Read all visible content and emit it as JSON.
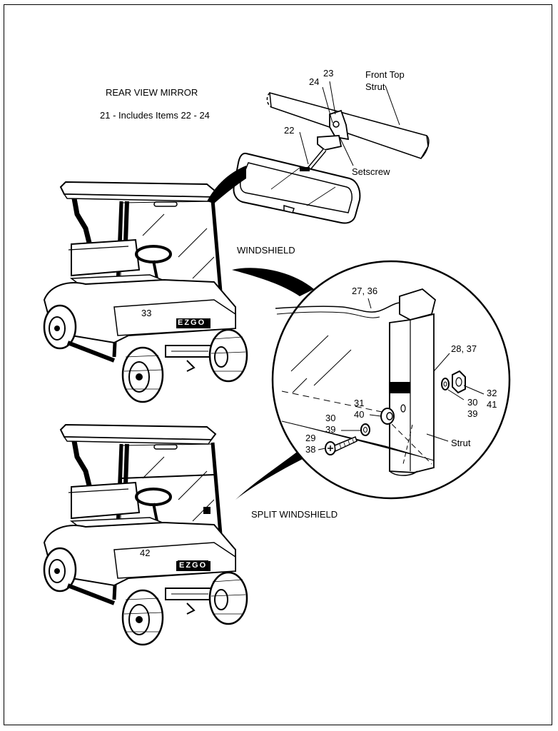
{
  "headings": {
    "rear_view_mirror": "REAR VIEW MIRROR",
    "includes_note": "21 - Includes Items 22 - 24",
    "windshield": "WINDSHIELD",
    "split_windshield": "SPLIT WINDSHIELD"
  },
  "labels": {
    "front_top_strut": "Front Top\nStrut",
    "setscrew": "Setscrew",
    "strut": "Strut"
  },
  "callouts": {
    "c23": "23",
    "c24": "24",
    "c22": "22",
    "c33": "33",
    "c42": "42",
    "c27_36": "27, 36",
    "c28_37": "28, 37",
    "c32_41": "32\n41",
    "c30_39_right": "30\n39",
    "c31_40": "31\n40",
    "c30_39_left": "30\n39",
    "c29_38": "29\n38"
  },
  "badges": {
    "brand_top": "EZGO",
    "brand_bottom": "EZGO"
  }
}
